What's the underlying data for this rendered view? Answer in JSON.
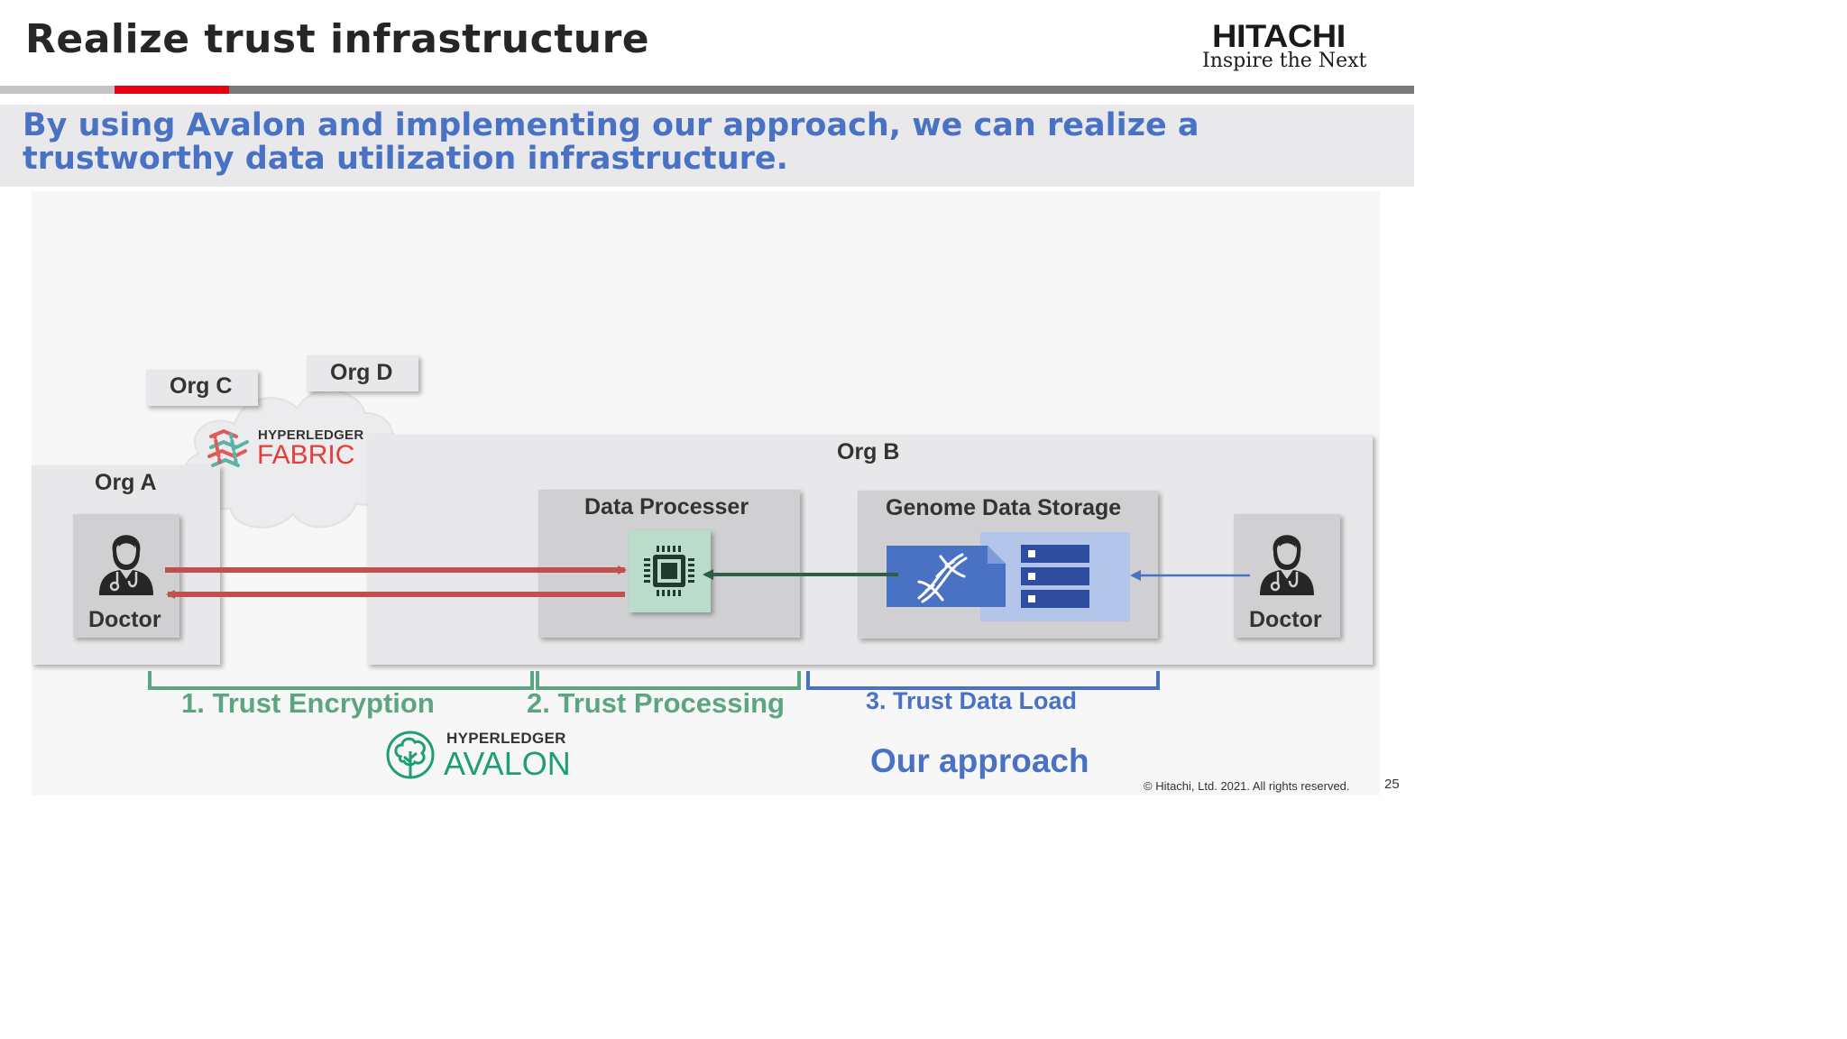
{
  "header": {
    "title": "Realize trust infrastructure",
    "logo_main": "HITACHI",
    "logo_sub": "Inspire the Next"
  },
  "subtitle": "By using Avalon and implementing our approach, we can realize a trustworthy data utilization infrastructure.",
  "diagram": {
    "org_a": {
      "label": "Org A",
      "doctor": "Doctor"
    },
    "org_b": {
      "label": "Org B",
      "doctor": "Doctor"
    },
    "org_c": "Org C",
    "org_d": "Org D",
    "fabric": {
      "top": "HYPERLEDGER",
      "bottom": "FABRIC"
    },
    "data_processor": "Data Processer",
    "genome_storage": "Genome Data Storage",
    "steps": [
      "1. Trust Encryption",
      "2. Trust Processing",
      "3. Trust Data Load"
    ],
    "avalon": {
      "top": "HYPERLEDGER",
      "bottom": "AVALON"
    },
    "our_approach": "Our approach",
    "colors": {
      "red": "#c0504d",
      "green": "#5ba580",
      "blue": "#4a72c4",
      "dark_green": "#2e5e48"
    }
  },
  "footer": {
    "copyright": "© Hitachi, Ltd. 2021. All rights reserved.",
    "page": "25"
  }
}
